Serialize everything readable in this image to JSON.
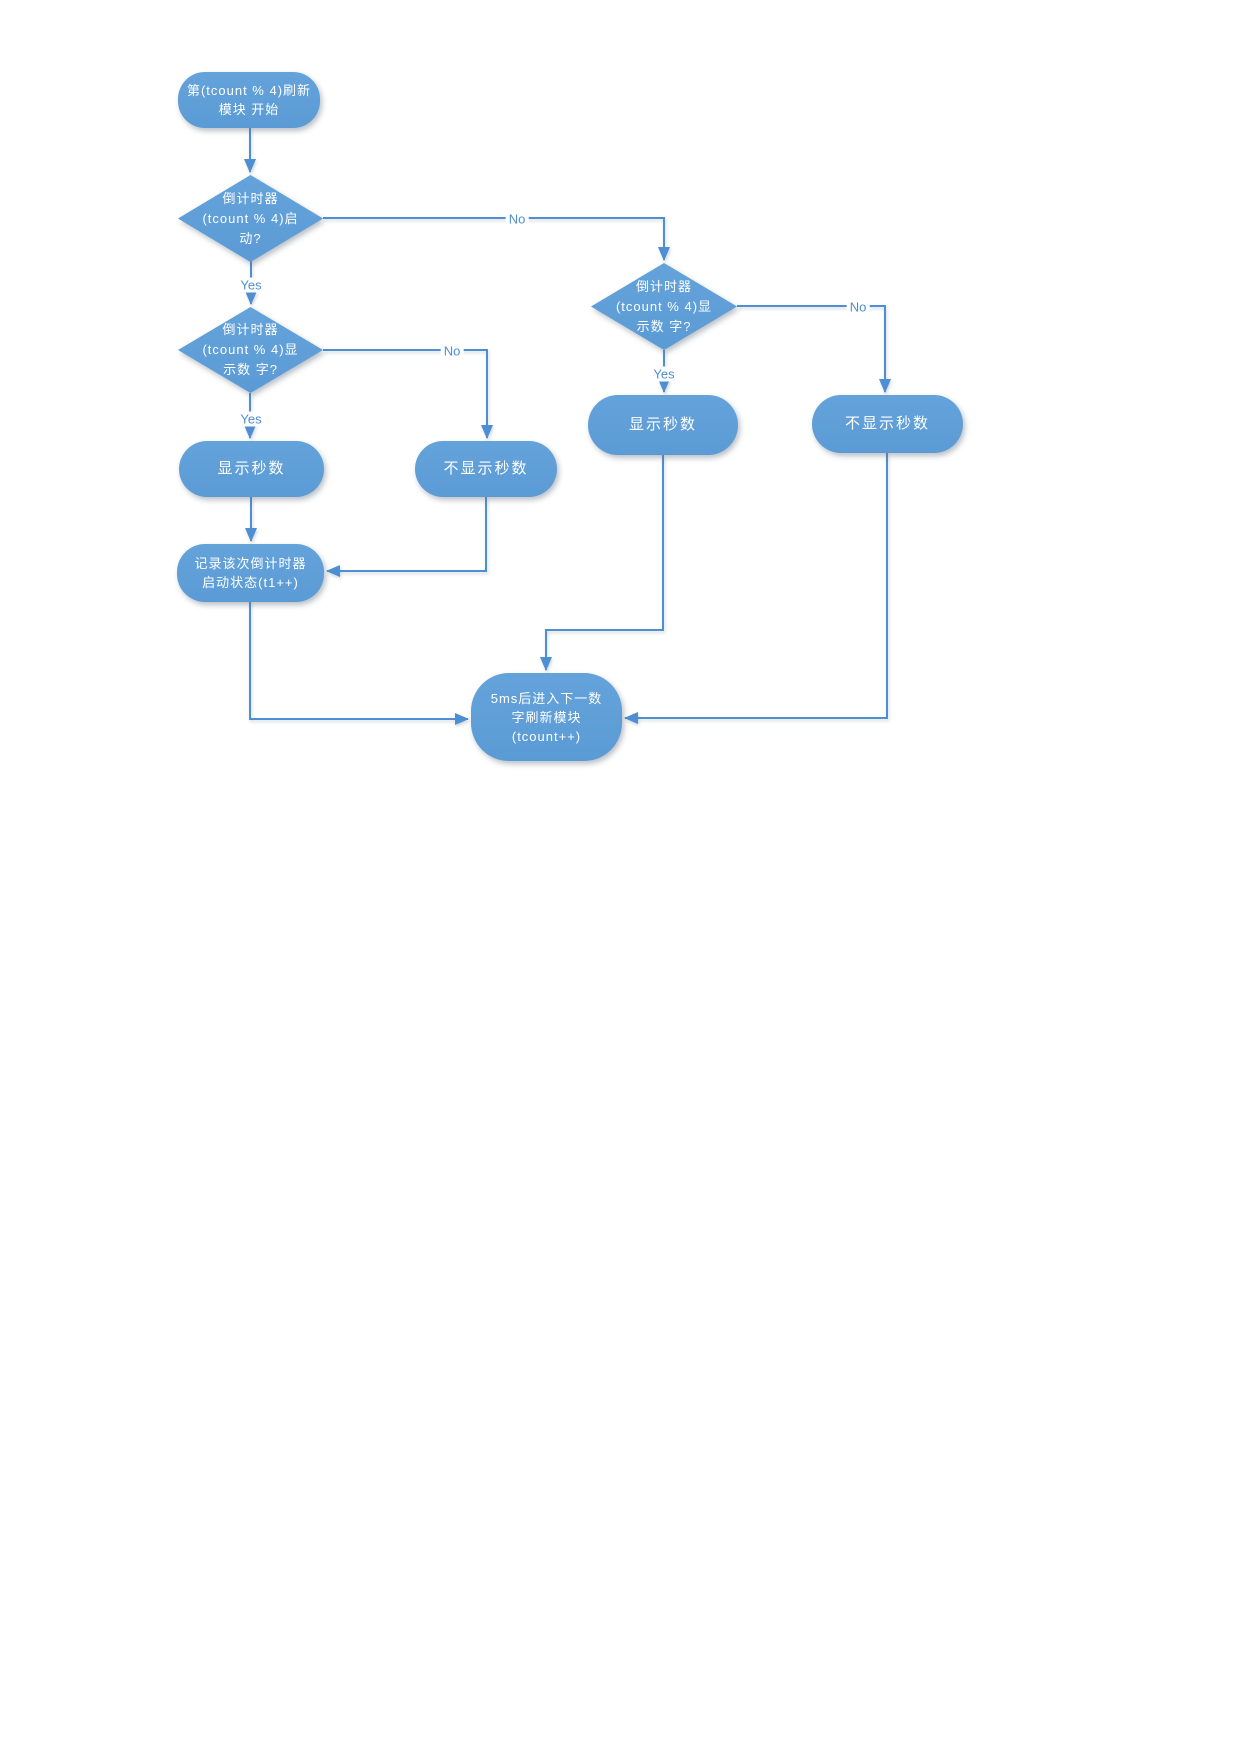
{
  "colors": {
    "background": "#ffffff",
    "shape_fill": "#5b9bd5",
    "shape_fill_top": "#64a2da",
    "connector": "#4e8ed2",
    "node_text": "#ffffff"
  },
  "flowchart": {
    "nodes": {
      "start": {
        "lines": [
          "第(tcount % 4)刷新",
          "模块 开始"
        ]
      },
      "decision_timer_started": {
        "lines": [
          "倒计时器",
          "(tcount % 4)启",
          "动?"
        ]
      },
      "decision_display_digit_left": {
        "lines": [
          "倒计时器",
          "(tcount % 4)显",
          "示数 字?"
        ]
      },
      "decision_display_digit_right": {
        "lines": [
          "倒计时器",
          "(tcount % 4)显",
          "示数 字?"
        ]
      },
      "show_seconds_left": {
        "label": "显示秒数"
      },
      "hide_seconds_left": {
        "label": "不显示秒数"
      },
      "show_seconds_right": {
        "label": "显示秒数"
      },
      "hide_seconds_right": {
        "label": "不显示秒数"
      },
      "record_state": {
        "lines": [
          "记录该次倒计时器",
          "启动状态(t1++)"
        ]
      },
      "next_module": {
        "lines": [
          "5ms后进入下一数",
          "字刷新模块",
          "(tcount++)"
        ]
      }
    },
    "edge_labels": {
      "yes1": "Yes",
      "no1": "No",
      "yes2": "Yes",
      "no2": "No",
      "yes3": "Yes",
      "no3": "No"
    }
  }
}
